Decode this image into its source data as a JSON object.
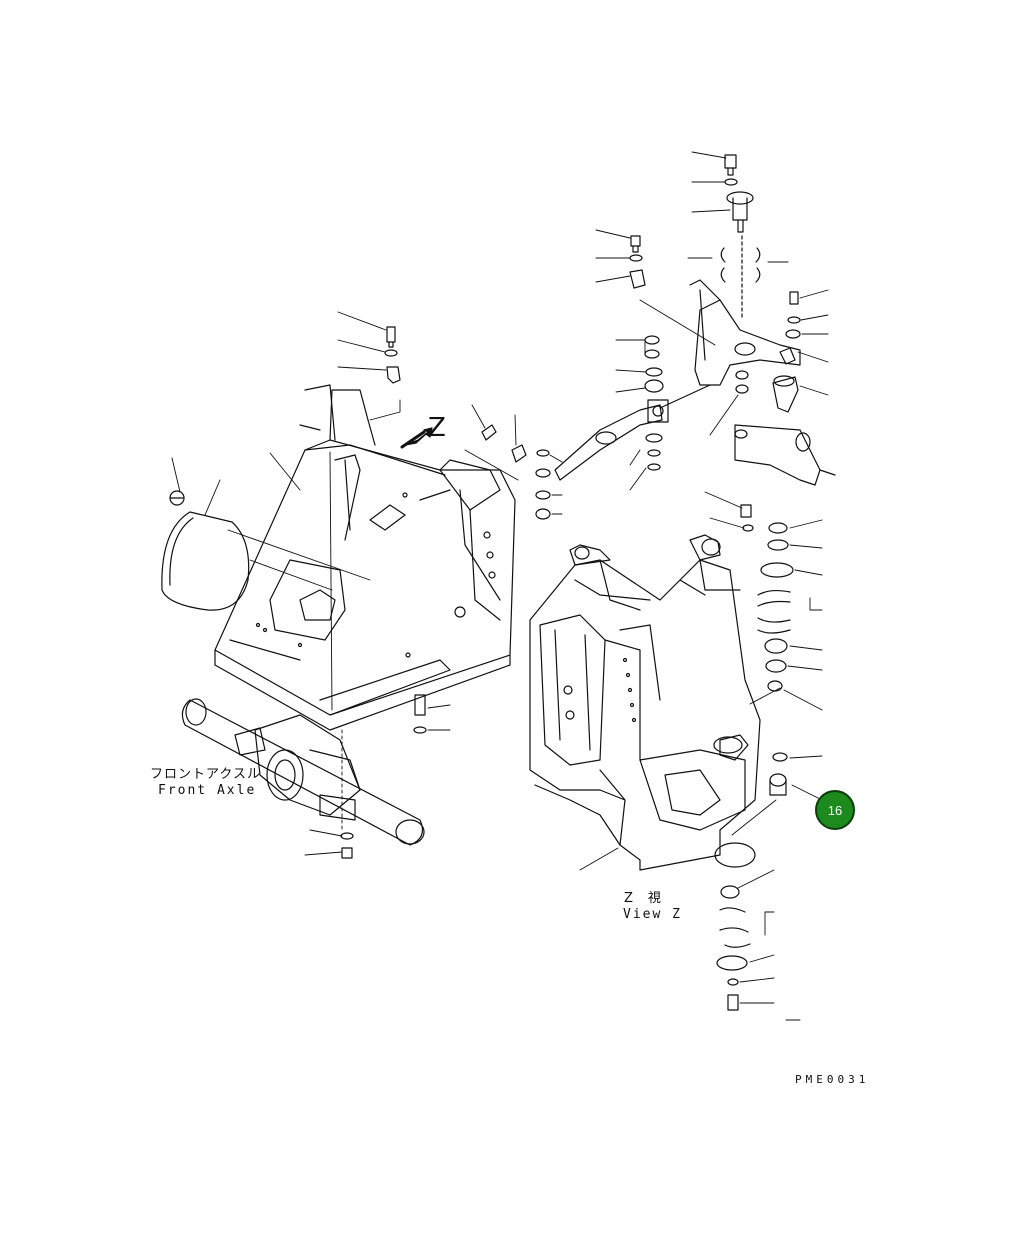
{
  "diagram": {
    "front_axle_jp": "フロントアクスル",
    "front_axle_en": "Front Axle",
    "view_z_jp": "Z　視",
    "view_z_en": "View Z",
    "z_marker": "Z",
    "drawing_ref": "PME0031"
  },
  "callouts": [
    {
      "number": "16",
      "color": "#1c8a1c"
    }
  ]
}
